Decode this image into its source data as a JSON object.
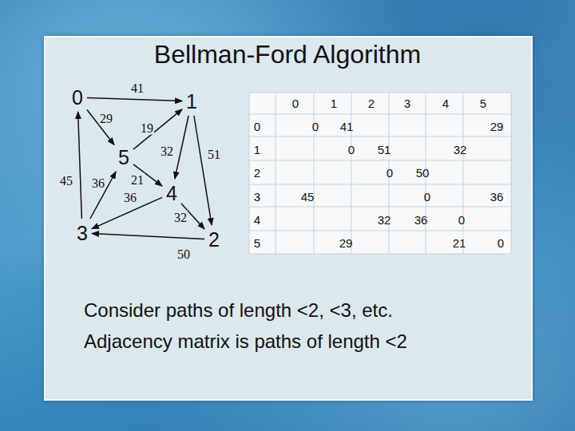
{
  "diagram": {
    "title": "Bellman-Ford Algorithm",
    "nodes": [
      {
        "text": [
          "0"
        ]
      },
      {
        "text": [
          "1"
        ]
      },
      {
        "text": [
          "5"
        ]
      },
      {
        "text": [
          "4"
        ]
      },
      {
        "text": [
          "3"
        ]
      },
      {
        "text": [
          "2"
        ]
      }
    ],
    "edges": [
      {
        "from": 0,
        "to": 1,
        "label": "41",
        "arrow": "to"
      },
      {
        "from": 0,
        "to": 2,
        "label": "29",
        "arrow": "to"
      },
      {
        "from": 2,
        "to": 1,
        "label": "19",
        "arrow": "to"
      },
      {
        "from": 1,
        "to": 3,
        "label": "32",
        "arrow": "to"
      },
      {
        "from": 1,
        "to": 5,
        "label": "51",
        "arrow": "to"
      },
      {
        "from": 2,
        "to": 3,
        "label": "21",
        "arrow": "to"
      },
      {
        "from": 3,
        "to": 4,
        "label": "36",
        "arrow": "to"
      },
      {
        "from": 3,
        "to": 5,
        "label": "32",
        "arrow": "to"
      },
      {
        "from": 5,
        "to": 4,
        "label": "50",
        "arrow": "to"
      },
      {
        "from": 4,
        "to": 0,
        "label": "45",
        "arrow": "to"
      },
      {
        "from": 4,
        "to": 2,
        "label": "36",
        "arrow": "to"
      }
    ],
    "labels": [
      "0",
      "1",
      "2",
      "3",
      "4",
      "5",
      "0",
      "0",
      "41",
      "29",
      "1",
      "0",
      "51",
      "32",
      "2",
      "0",
      "50",
      "3",
      "45",
      "0",
      "36",
      "4",
      "32",
      "36",
      "0",
      "5",
      "29",
      "21",
      "0",
      "Consider paths of length <2, <3, etc.",
      "Adjacency matrix is paths of length <2"
    ]
  }
}
